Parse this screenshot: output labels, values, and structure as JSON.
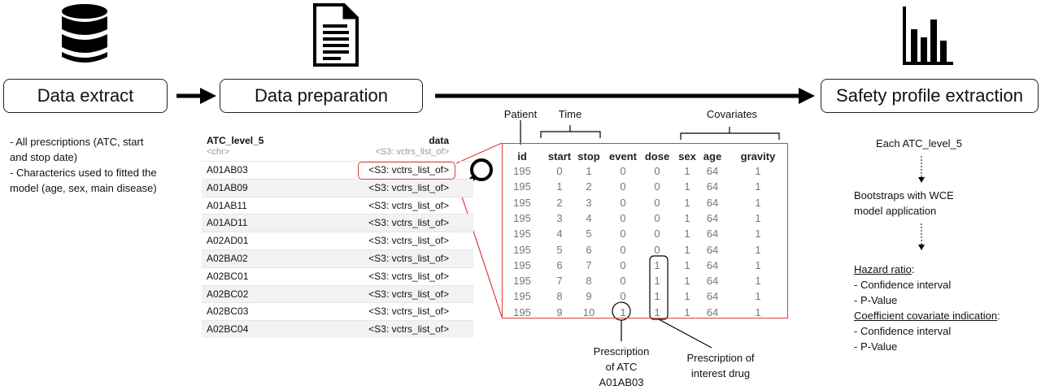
{
  "stages": [
    {
      "label": "Data extract",
      "icon": "database-icon"
    },
    {
      "label": "Data preparation",
      "icon": "document-icon"
    },
    {
      "label": "Safety profile extraction",
      "icon": "bar-chart-icon"
    }
  ],
  "extract_desc": [
    "- All prescriptions (ATC, start",
    "and stop date)",
    "- Characterics used to fitted the",
    "model (age, sex, main disease)"
  ],
  "atc_table": {
    "col1_header": "ATC_level_5",
    "col1_type": "<chr>",
    "col2_header": "data",
    "col2_type": "<S3: vctrs_list_of>",
    "rows": [
      {
        "code": "A01AB03",
        "value": "<S3: vctrs_list_of>"
      },
      {
        "code": "A01AB09",
        "value": "<S3: vctrs_list_of>"
      },
      {
        "code": "A01AB11",
        "value": "<S3: vctrs_list_of>"
      },
      {
        "code": "A01AD11",
        "value": "<S3: vctrs_list_of>"
      },
      {
        "code": "A02AD01",
        "value": "<S3: vctrs_list_of>"
      },
      {
        "code": "A02BA02",
        "value": "<S3: vctrs_list_of>"
      },
      {
        "code": "A02BC01",
        "value": "<S3: vctrs_list_of>"
      },
      {
        "code": "A02BC02",
        "value": "<S3: vctrs_list_of>"
      },
      {
        "code": "A02BC03",
        "value": "<S3: vctrs_list_of>"
      },
      {
        "code": "A02BC04",
        "value": "<S3: vctrs_list_of>"
      }
    ]
  },
  "group_labels": {
    "patient": "Patient",
    "time": "Time",
    "covariates": "Covariates"
  },
  "detail_table": {
    "headers": [
      "id",
      "start",
      "stop",
      "event",
      "dose",
      "sex",
      "age",
      "gravity"
    ],
    "rows": [
      [
        "195",
        "0",
        "1",
        "0",
        "0",
        "1",
        "64",
        "1"
      ],
      [
        "195",
        "1",
        "2",
        "0",
        "0",
        "1",
        "64",
        "1"
      ],
      [
        "195",
        "2",
        "3",
        "0",
        "0",
        "1",
        "64",
        "1"
      ],
      [
        "195",
        "3",
        "4",
        "0",
        "0",
        "1",
        "64",
        "1"
      ],
      [
        "195",
        "4",
        "5",
        "0",
        "0",
        "1",
        "64",
        "1"
      ],
      [
        "195",
        "5",
        "6",
        "0",
        "0",
        "1",
        "64",
        "1"
      ],
      [
        "195",
        "6",
        "7",
        "0",
        "1",
        "1",
        "64",
        "1"
      ],
      [
        "195",
        "7",
        "8",
        "0",
        "1",
        "1",
        "64",
        "1"
      ],
      [
        "195",
        "8",
        "9",
        "0",
        "1",
        "1",
        "64",
        "1"
      ],
      [
        "195",
        "9",
        "10",
        "1",
        "1",
        "1",
        "64",
        "1"
      ]
    ]
  },
  "annotations": {
    "prescription_atc": [
      "Prescription",
      "of ATC",
      "A01AB03"
    ],
    "prescription_interest": [
      "Prescription of",
      "interest drug"
    ]
  },
  "safety": {
    "each": "Each ATC_level_5",
    "bootstraps": [
      "Bootstraps with WCE",
      "model application"
    ],
    "hazard_ratio": "Hazard ratio",
    "hazard_items": [
      "- Confidence interval",
      "- P-Value"
    ],
    "coef": "Coefficient covariate indication",
    "coef_items": [
      "- Confidence interval",
      "- P-Value"
    ]
  },
  "icons": [
    "database-icon",
    "document-icon",
    "bar-chart-icon",
    "magnifier-icon",
    "arrow-right-icon",
    "dashed-arrow-down-icon"
  ],
  "colors": {
    "highlight": "#d84040",
    "dark": "#111111",
    "muted": "#777777"
  }
}
